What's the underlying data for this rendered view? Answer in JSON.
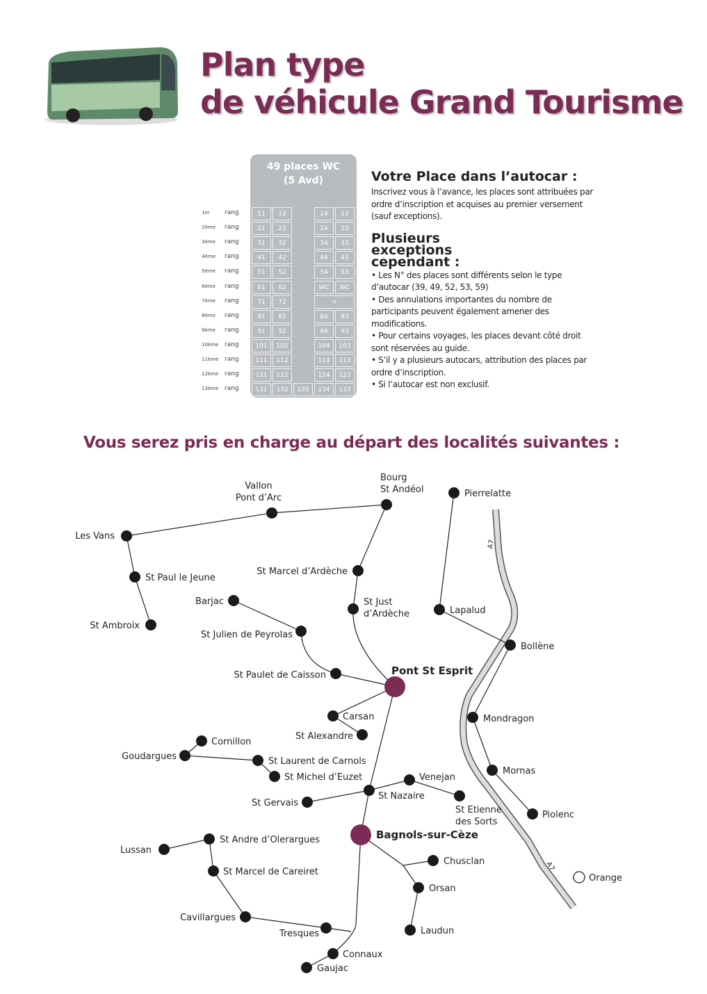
{
  "header": {
    "title_line1": "Plan type",
    "title_line2": "de véhicule Grand Tourisme"
  },
  "seat_plan": {
    "title_line1": "49 places WC",
    "title_line2": "(5 Avd)",
    "ranks": [
      "1er rang",
      "2ème rang",
      "3ème rang",
      "4ème rang",
      "5ème rang",
      "6ème rang",
      "7ème rang",
      "8ème rang",
      "9ème rang",
      "10ème rang",
      "11ème rang",
      "12ème rang",
      "13ème rang"
    ],
    "rows": [
      [
        "11",
        "12",
        "",
        "14",
        "13"
      ],
      [
        "21",
        "22",
        "",
        "24",
        "23"
      ],
      [
        "31",
        "32",
        "",
        "34",
        "33"
      ],
      [
        "41",
        "42",
        "",
        "44",
        "43"
      ],
      [
        "51",
        "52",
        "",
        "54",
        "53"
      ],
      [
        "61",
        "62",
        "",
        "WC",
        "WC"
      ],
      [
        "71",
        "72",
        "",
        "<",
        ""
      ],
      [
        "81",
        "82",
        "",
        "84",
        "83"
      ],
      [
        "91",
        "92",
        "",
        "94",
        "93"
      ],
      [
        "101",
        "102",
        "",
        "104",
        "103"
      ],
      [
        "111",
        "112",
        "",
        "114",
        "113"
      ],
      [
        "121",
        "122",
        "",
        "124",
        "123"
      ],
      [
        "131",
        "132",
        "135",
        "134",
        "133"
      ]
    ]
  },
  "info": {
    "heading1": "Votre Place dans l’autocar :",
    "paragraph1": "Inscrivez vous à l’avance, les places sont attribuées par ordre d’inscription et acquises au premier versement (sauf exceptions).",
    "heading2": "Plusieurs exceptions cependant :",
    "bullets": [
      "• Les N° des places sont différents selon le type d’autocar (39, 49, 52, 53, 59)",
      "• Des annulations importantes du nombre de participants peuvent également amener des modifications.",
      "• Pour certains voyages, les places devant côté droit sont réservées au guide.",
      "• S’il y a plusieurs autocars, attribution des places par ordre d’inscription.",
      "• Si l’autocar est non exclusif."
    ]
  },
  "map": {
    "heading": "Vous serez pris en charge au départ des localités suivantes :",
    "road_label": "A7",
    "accent_color": "#7b2c55",
    "towns": {
      "vallon1": "Vallon",
      "vallon2": "Pont d’Arc",
      "bourg1": "Bourg",
      "bourg2": "St Andéol",
      "pierrelatte": "Pierrelatte",
      "lesvans": "Les Vans",
      "stpaul": "St Paul le Jeune",
      "stambroix": "St Ambroix",
      "stmarcelard": "St Marcel d’Ardèche",
      "barjac": "Barjac",
      "stjust1": "St Just",
      "stjust2": "d’Ardèche",
      "lapalud": "Lapalud",
      "stjulien": "St Julien de Peyrolas",
      "bollene": "Bollène",
      "stpaulet": "St Paulet de Caisson",
      "pontstesprit": "Pont St Esprit",
      "carsan": "Carsan",
      "mondragon": "Mondragon",
      "stalexandre": "St Alexandre",
      "cornillon": "Cornillon",
      "goudargues": "Goudargues",
      "stlaurent": "St Laurent de Carnols",
      "stmichel": "St Michel d’Euzet",
      "mornas": "Mornas",
      "venejan": "Venejan",
      "stnazaire": "St Nazaire",
      "stetienne1": "St Etienne",
      "stetienne2": "des Sorts",
      "stgervais": "St Gervais",
      "piolenc": "Piolenc",
      "bagnols": "Bagnols-sur-Cèze",
      "lussan": "Lussan",
      "standre": "St Andre d’Olerargues",
      "chusclan": "Chusclan",
      "stmarcelcar": "St Marcel de Careiret",
      "orsan": "Orsan",
      "orange": "Orange",
      "cavillargues": "Cavillargues",
      "laudun": "Laudun",
      "tresques": "Tresques",
      "connaux": "Connaux",
      "gaujac": "Gaujac"
    }
  }
}
